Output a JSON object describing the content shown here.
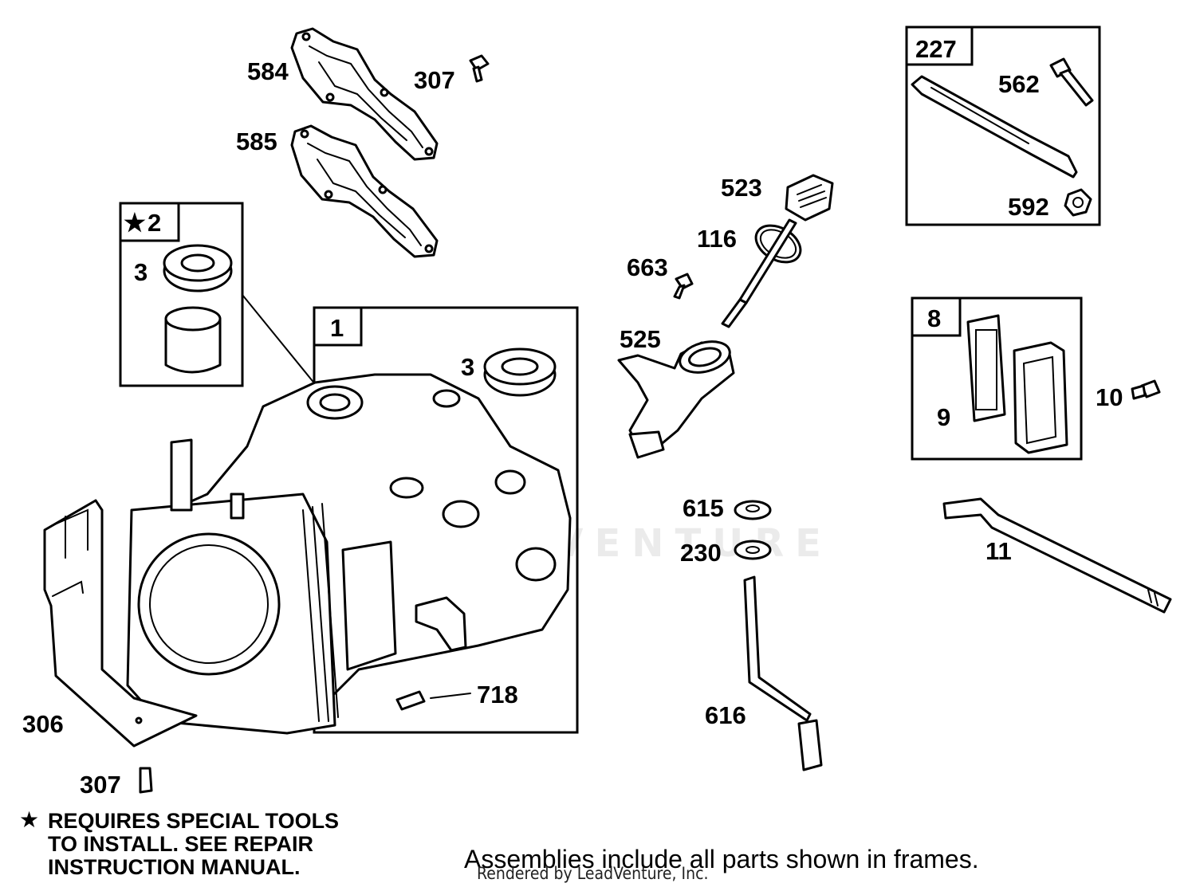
{
  "parts": {
    "p584": "584",
    "p307a": "307",
    "p585": "585",
    "p2": "2",
    "p3a": "3",
    "p1": "1",
    "p3b": "3",
    "p718": "718",
    "p306": "306",
    "p307b": "307",
    "p523": "523",
    "p116": "116",
    "p663": "663",
    "p525": "525",
    "p615": "615",
    "p230": "230",
    "p616": "616",
    "p227": "227",
    "p562": "562",
    "p592": "592",
    "p8": "8",
    "p9": "9",
    "p10": "10",
    "p11": "11"
  },
  "star_symbol": "★",
  "footnote": {
    "line1": "REQUIRES SPECIAL TOOLS",
    "line2": "TO INSTALL.  SEE REPAIR",
    "line3": "INSTRUCTION MANUAL."
  },
  "assemblies_note": "Assemblies include all parts shown in frames.",
  "rendered_by": "Rendered by LeadVenture, Inc.",
  "watermark": "LEADVENTURE"
}
